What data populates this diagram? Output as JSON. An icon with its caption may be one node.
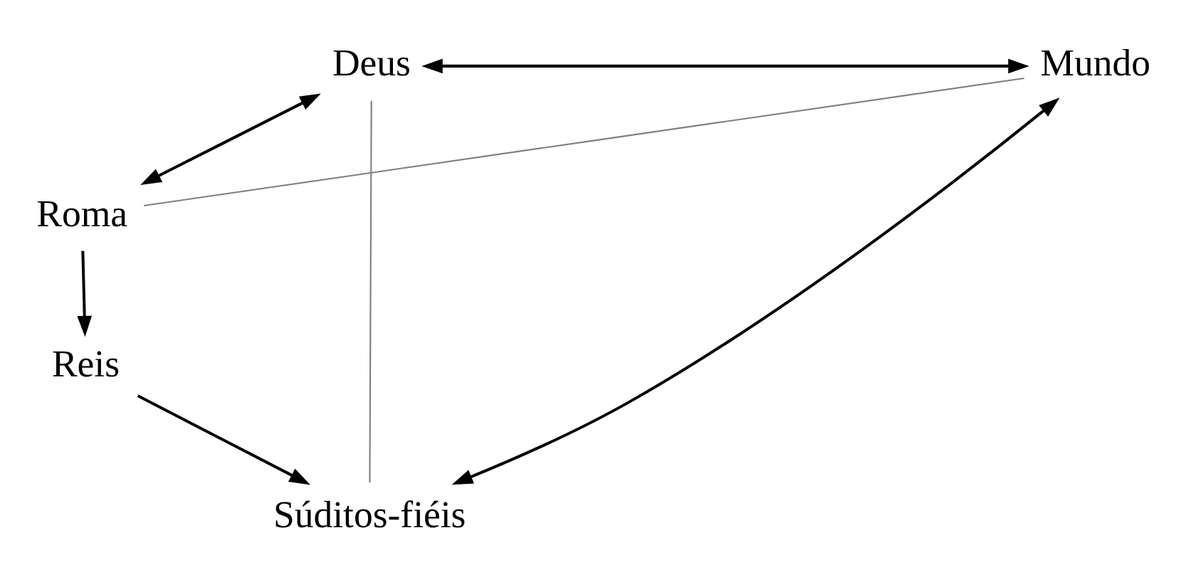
{
  "diagram": {
    "nodes": [
      {
        "text": [
          "Deus"
        ]
      },
      {
        "text": [
          "Mundo"
        ]
      },
      {
        "text": [
          "Roma"
        ]
      },
      {
        "text": [
          "Reis"
        ]
      },
      {
        "text": [
          "Súditos-fiéis"
        ]
      }
    ],
    "edges": [
      {
        "from": 0,
        "to": 1,
        "arrow": "both"
      },
      {
        "from": 0,
        "to": 2,
        "arrow": "both"
      },
      {
        "from": 1,
        "to": 4,
        "arrow": "both"
      },
      {
        "from": 0,
        "to": 4,
        "arrow": "none",
        "color": "#808080"
      },
      {
        "from": 2,
        "to": 1,
        "arrow": "none",
        "color": "#808080"
      },
      {
        "from": 2,
        "to": 3,
        "arrow": "to"
      },
      {
        "from": 3,
        "to": 4,
        "arrow": "to"
      }
    ]
  }
}
